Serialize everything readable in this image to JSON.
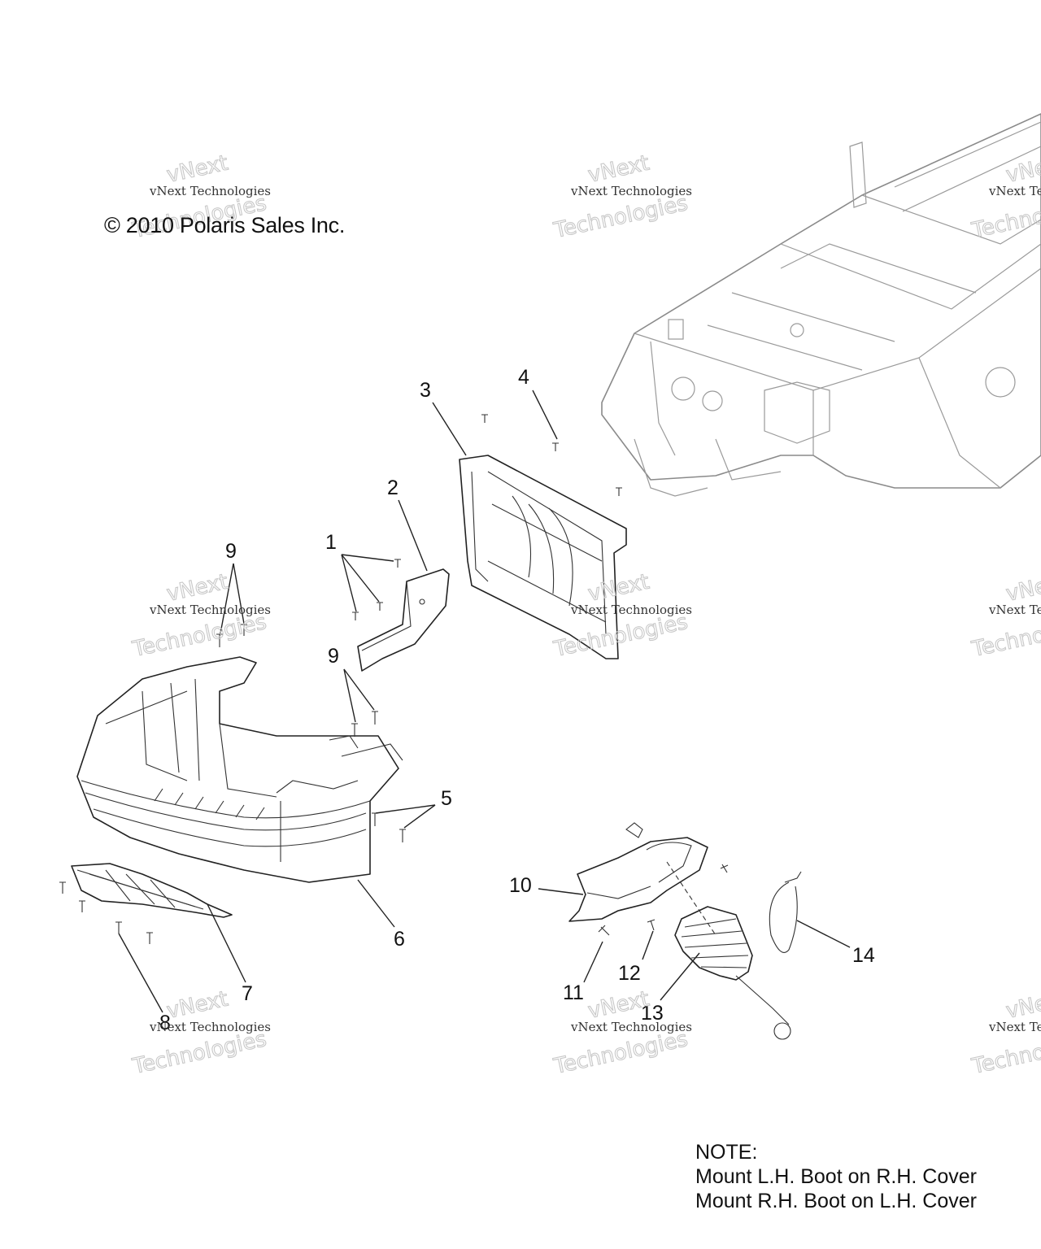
{
  "copyright": "© 2010 Polaris Sales Inc.",
  "watermark": {
    "line1": "vNext Technologies",
    "line2": "vNext",
    "line3": "Technologies"
  },
  "callouts": {
    "c1": "1",
    "c2": "2",
    "c3": "3",
    "c4": "4",
    "c5": "5",
    "c6": "6",
    "c7": "7",
    "c8": "8",
    "c9a": "9",
    "c9b": "9",
    "c10": "10",
    "c11": "11",
    "c12": "12",
    "c13": "13",
    "c14": "14"
  },
  "note": {
    "heading": "NOTE:",
    "line1": "Mount L.H. Boot on R.H. Cover",
    "line2": "Mount R.H. Boot on L.H. Cover"
  }
}
